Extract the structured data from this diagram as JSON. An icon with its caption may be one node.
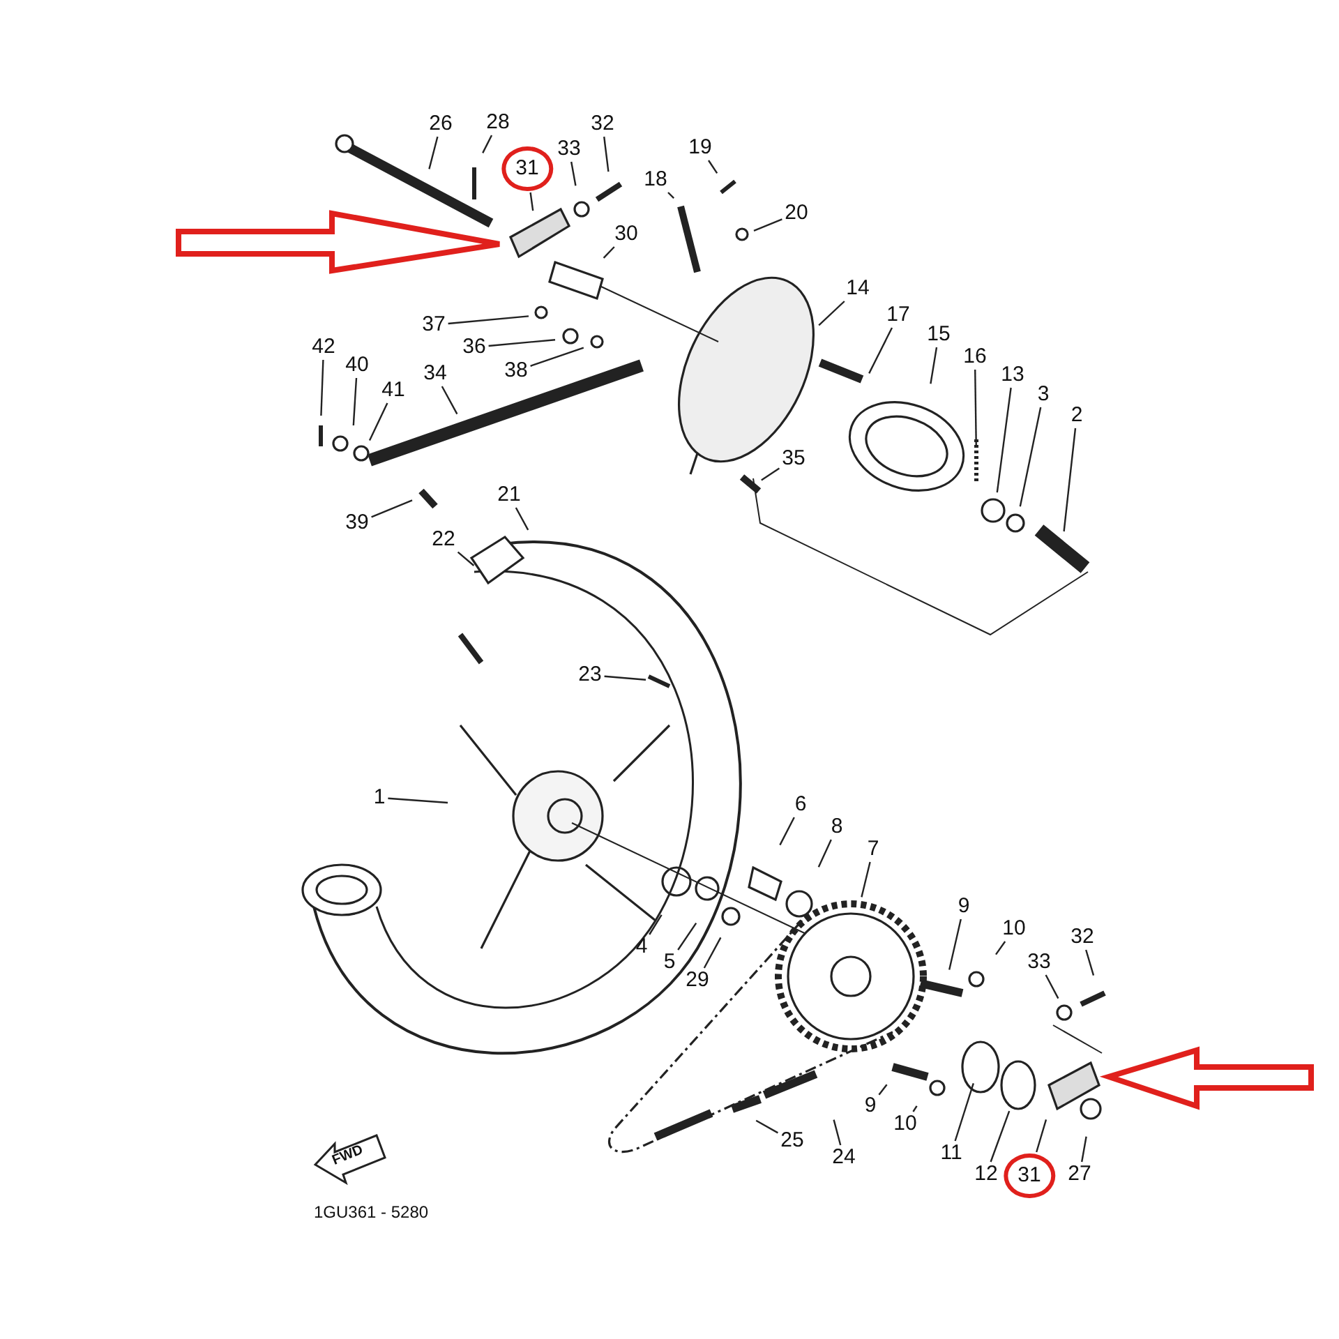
{
  "diagram": {
    "nodes": [
      {
        "text": [
          "26"
        ]
      },
      {
        "text": [
          "28"
        ]
      },
      {
        "text": [
          "31"
        ]
      },
      {
        "text": [
          "33"
        ]
      },
      {
        "text": [
          "32"
        ]
      },
      {
        "text": [
          "19"
        ]
      },
      {
        "text": [
          "18"
        ]
      },
      {
        "text": [
          "20"
        ]
      },
      {
        "text": [
          "30"
        ]
      },
      {
        "text": [
          "14"
        ]
      },
      {
        "text": [
          "17"
        ]
      },
      {
        "text": [
          "37"
        ]
      },
      {
        "text": [
          "15"
        ]
      },
      {
        "text": [
          "16"
        ]
      },
      {
        "text": [
          "36"
        ]
      },
      {
        "text": [
          "38"
        ]
      },
      {
        "text": [
          "42"
        ]
      },
      {
        "text": [
          "40"
        ]
      },
      {
        "text": [
          "41"
        ]
      },
      {
        "text": [
          "34"
        ]
      },
      {
        "text": [
          "13"
        ]
      },
      {
        "text": [
          "3"
        ]
      },
      {
        "text": [
          "2"
        ]
      },
      {
        "text": [
          "35"
        ]
      },
      {
        "text": [
          "39"
        ]
      },
      {
        "text": [
          "21"
        ]
      },
      {
        "text": [
          "22"
        ]
      },
      {
        "text": [
          "23"
        ]
      },
      {
        "text": [
          "1"
        ]
      },
      {
        "text": [
          "6"
        ]
      },
      {
        "text": [
          "8"
        ]
      },
      {
        "text": [
          "7"
        ]
      },
      {
        "text": [
          "9"
        ]
      },
      {
        "text": [
          "10"
        ]
      },
      {
        "text": [
          "32"
        ]
      },
      {
        "text": [
          "33"
        ]
      },
      {
        "text": [
          "4"
        ]
      },
      {
        "text": [
          "5"
        ]
      },
      {
        "text": [
          "29"
        ]
      },
      {
        "text": [
          "9"
        ]
      },
      {
        "text": [
          "10"
        ]
      },
      {
        "text": [
          "11"
        ]
      },
      {
        "text": [
          "25"
        ]
      },
      {
        "text": [
          "24"
        ]
      },
      {
        "text": [
          "12"
        ]
      },
      {
        "text": [
          "31"
        ]
      },
      {
        "text": [
          "27"
        ]
      }
    ],
    "edges": [
      {
        "from": 0,
        "to": null,
        "arrow": "none"
      },
      {
        "from": 1,
        "to": null,
        "arrow": "none"
      },
      {
        "from": 2,
        "to": null,
        "arrow": "none"
      },
      {
        "from": 3,
        "to": null,
        "arrow": "none"
      },
      {
        "from": 4,
        "to": null,
        "arrow": "none"
      },
      {
        "from": 5,
        "to": null,
        "arrow": "none"
      },
      {
        "from": 6,
        "to": null,
        "arrow": "none"
      },
      {
        "from": 7,
        "to": null,
        "arrow": "none"
      },
      {
        "from": 8,
        "to": null,
        "arrow": "none"
      },
      {
        "from": 9,
        "to": null,
        "arrow": "none"
      },
      {
        "from": 10,
        "to": null,
        "arrow": "none"
      },
      {
        "from": 11,
        "to": null,
        "arrow": "none"
      },
      {
        "from": 12,
        "to": null,
        "arrow": "none"
      },
      {
        "from": 13,
        "to": null,
        "arrow": "none"
      },
      {
        "from": 14,
        "to": null,
        "arrow": "none"
      },
      {
        "from": 15,
        "to": null,
        "arrow": "none"
      },
      {
        "from": 16,
        "to": null,
        "arrow": "none"
      },
      {
        "from": 17,
        "to": null,
        "arrow": "none"
      },
      {
        "from": 18,
        "to": null,
        "arrow": "none"
      },
      {
        "from": 19,
        "to": null,
        "arrow": "none"
      },
      {
        "from": 20,
        "to": null,
        "arrow": "none"
      },
      {
        "from": 21,
        "to": null,
        "arrow": "none"
      },
      {
        "from": 22,
        "to": null,
        "arrow": "none"
      },
      {
        "from": 23,
        "to": null,
        "arrow": "none"
      },
      {
        "from": 24,
        "to": null,
        "arrow": "none"
      },
      {
        "from": 25,
        "to": null,
        "arrow": "none"
      },
      {
        "from": 26,
        "to": null,
        "arrow": "none"
      },
      {
        "from": 27,
        "to": null,
        "arrow": "none"
      },
      {
        "from": 28,
        "to": null,
        "arrow": "none"
      },
      {
        "from": 29,
        "to": null,
        "arrow": "none"
      },
      {
        "from": 30,
        "to": null,
        "arrow": "none"
      },
      {
        "from": 31,
        "to": null,
        "arrow": "none"
      },
      {
        "from": 32,
        "to": null,
        "arrow": "none"
      },
      {
        "from": 33,
        "to": null,
        "arrow": "none"
      },
      {
        "from": 34,
        "to": null,
        "arrow": "none"
      },
      {
        "from": 35,
        "to": null,
        "arrow": "none"
      },
      {
        "from": 36,
        "to": null,
        "arrow": "none"
      },
      {
        "from": 37,
        "to": null,
        "arrow": "none"
      },
      {
        "from": 38,
        "to": null,
        "arrow": "none"
      },
      {
        "from": 39,
        "to": null,
        "arrow": "none"
      },
      {
        "from": 40,
        "to": null,
        "arrow": "none"
      },
      {
        "from": 41,
        "to": null,
        "arrow": "none"
      },
      {
        "from": 42,
        "to": null,
        "arrow": "none"
      },
      {
        "from": 43,
        "to": null,
        "arrow": "none"
      },
      {
        "from": 44,
        "to": null,
        "arrow": "none"
      },
      {
        "from": 45,
        "to": null,
        "arrow": "none"
      },
      {
        "from": 46,
        "to": null,
        "arrow": "none"
      }
    ],
    "labels": [
      "FWD",
      "1GU361 - 5280"
    ]
  }
}
